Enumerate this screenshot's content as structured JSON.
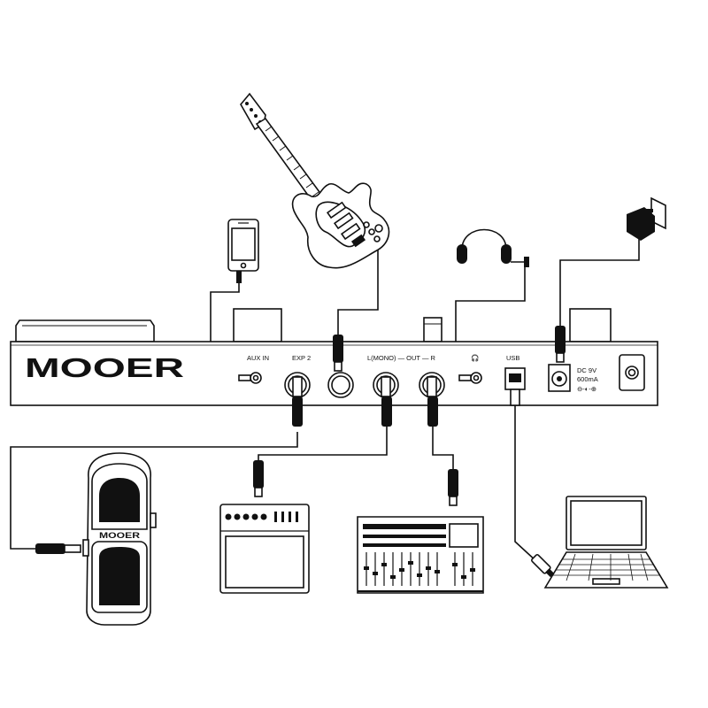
{
  "brand": {
    "logo_text": "MOOER",
    "pedal_logo_text": "MOOER"
  },
  "rear_panel": {
    "aux_in": "AUX IN",
    "exp2": "EXP 2",
    "out_label": "L(MONO) — OUT — R",
    "headphone_symbol": "🎧",
    "usb": "USB",
    "dc_line1": "DC 9V",
    "dc_line2": "600mA",
    "dc_polarity": "⊖-◐-⊕"
  },
  "devices": [
    "smartphone-icon",
    "electric-guitar-icon",
    "headphones-icon",
    "power-adapter-icon",
    "expression-pedal-icon",
    "guitar-amplifier-icon",
    "mixing-console-icon",
    "laptop-icon"
  ],
  "colors": {
    "line": "#111111",
    "background": "#ffffff"
  }
}
